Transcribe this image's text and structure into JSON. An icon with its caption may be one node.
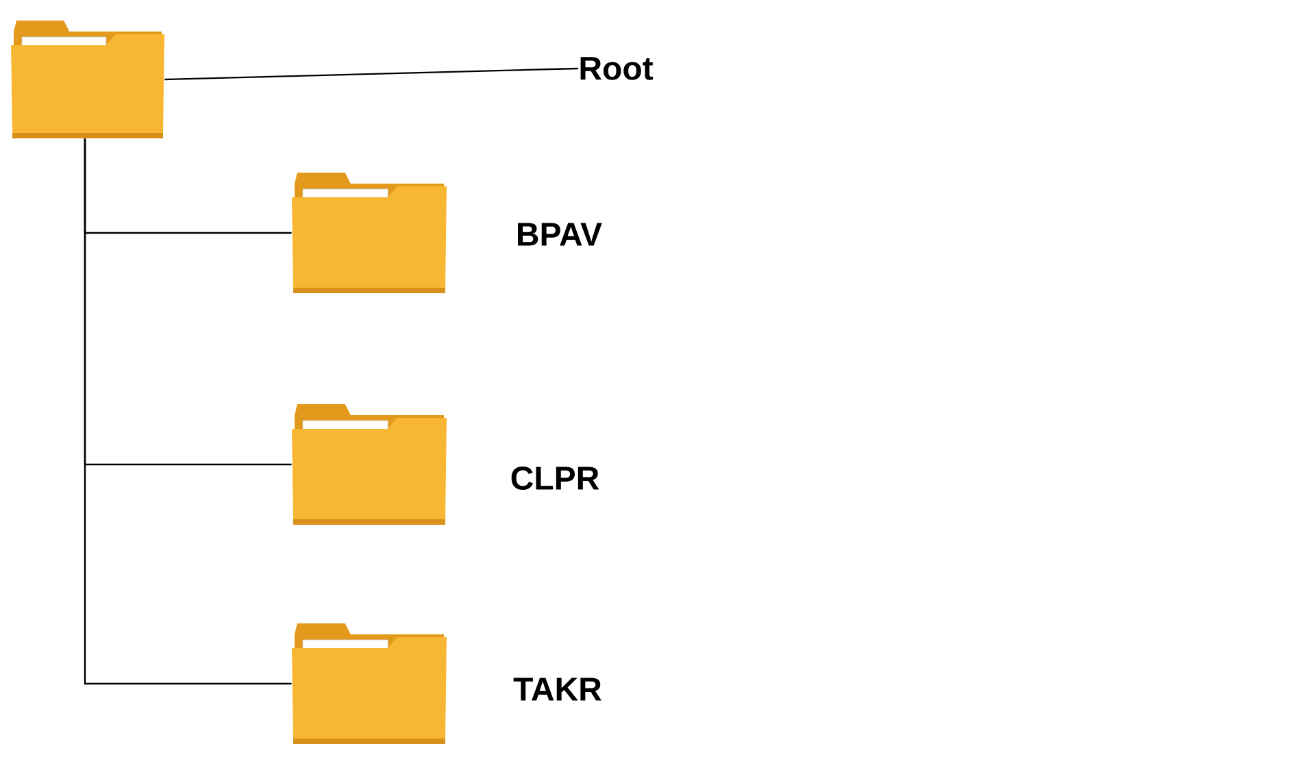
{
  "diagram": {
    "nodes": [
      {
        "text": [],
        "shape": "folder"
      },
      {
        "text": [
          "Root"
        ]
      },
      {
        "text": [],
        "shape": "folder",
        "beside": [
          "BPAV"
        ]
      },
      {
        "text": [],
        "shape": "folder",
        "beside": [
          "CLPR"
        ]
      },
      {
        "text": [],
        "shape": "folder",
        "beside": [
          "TAKR"
        ]
      }
    ],
    "edges": [
      {
        "from": 0,
        "to": 1,
        "arrow": "none"
      },
      {
        "from": 0,
        "to": 2,
        "arrow": "none"
      },
      {
        "from": 0,
        "to": 3,
        "arrow": "none"
      },
      {
        "from": 0,
        "to": 4,
        "arrow": "none"
      }
    ]
  }
}
